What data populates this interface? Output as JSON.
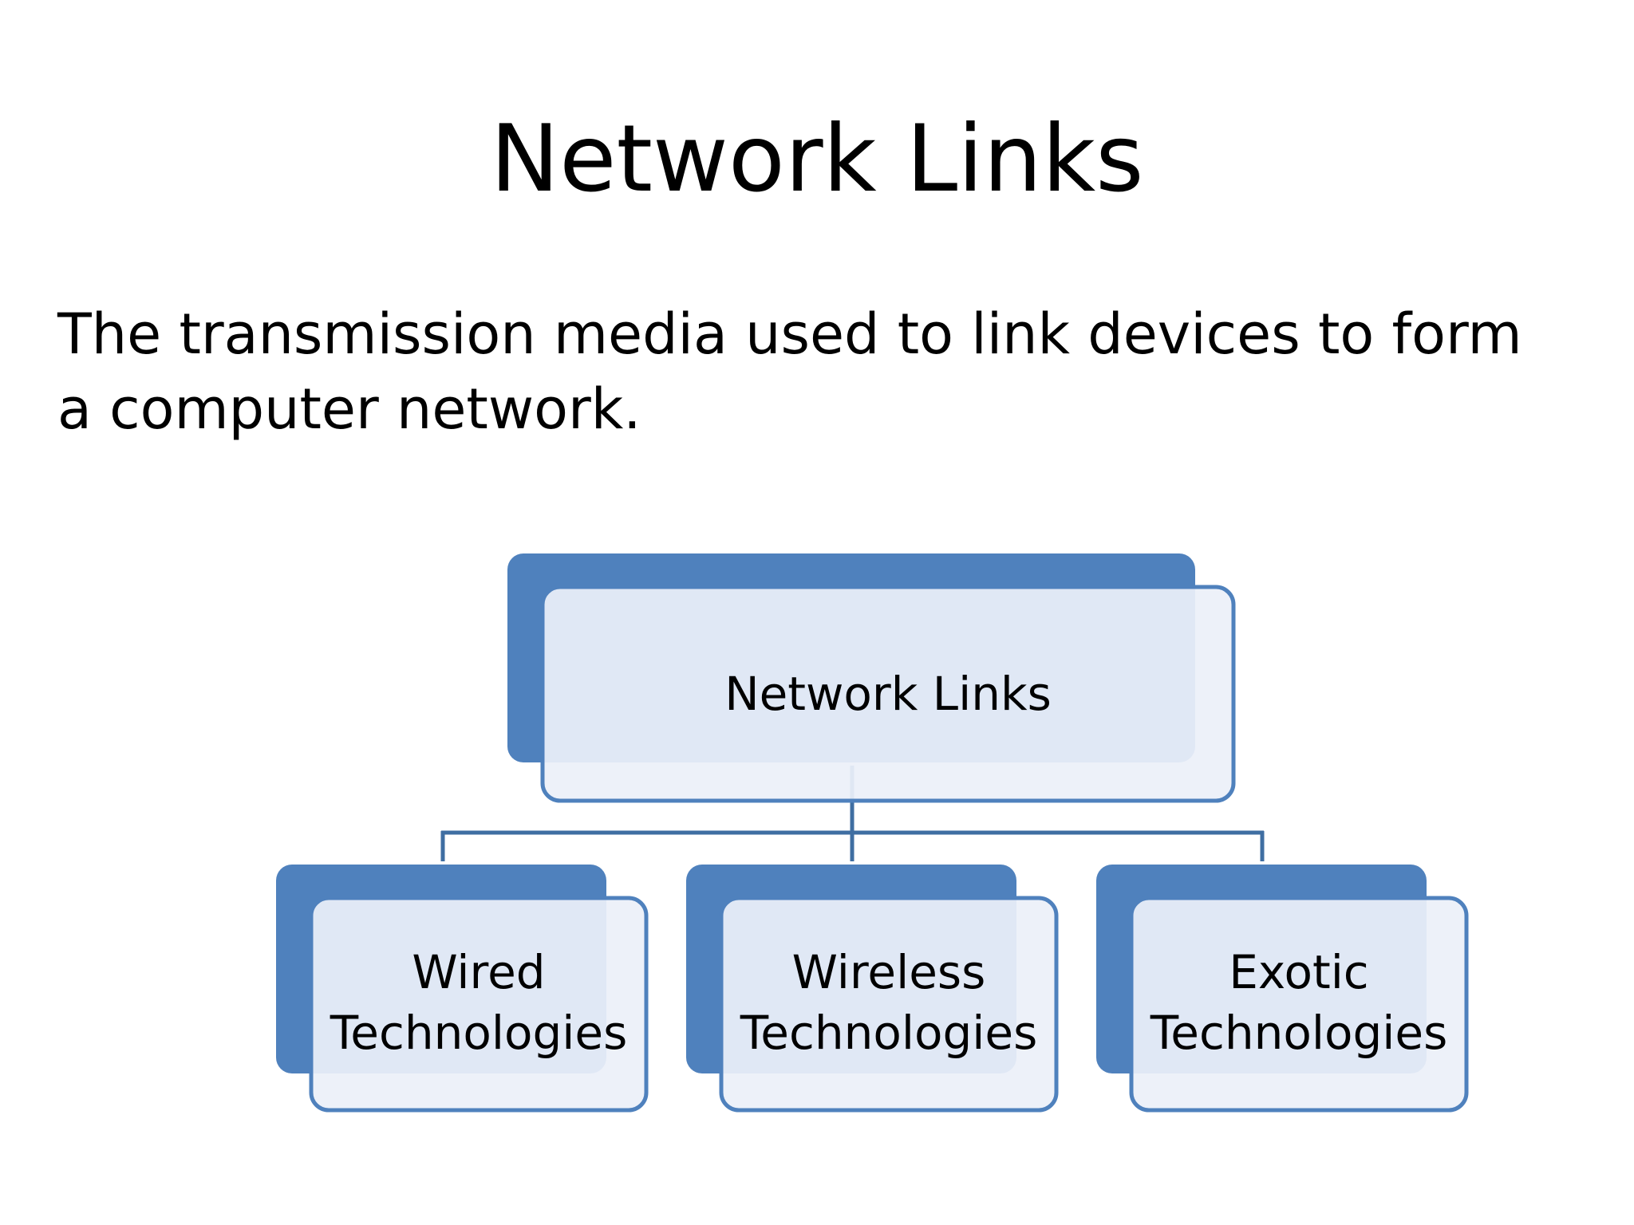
{
  "slide": {
    "title": "Network Links",
    "body": "The transmission media used to link devices to form a computer network."
  },
  "diagram": {
    "root": {
      "label": "Network Links"
    },
    "children": [
      {
        "line1": "Wired",
        "line2": "Technologies"
      },
      {
        "line1": "Wireless",
        "line2": "Technologies"
      },
      {
        "line1": "Exotic",
        "line2": "Technologies"
      }
    ]
  },
  "colors": {
    "box_back": "#4f81bd",
    "box_front_fill": "#ecf0f9",
    "box_front_stroke": "#4f81bd",
    "connector": "#3f6ea2",
    "text": "#000000"
  }
}
